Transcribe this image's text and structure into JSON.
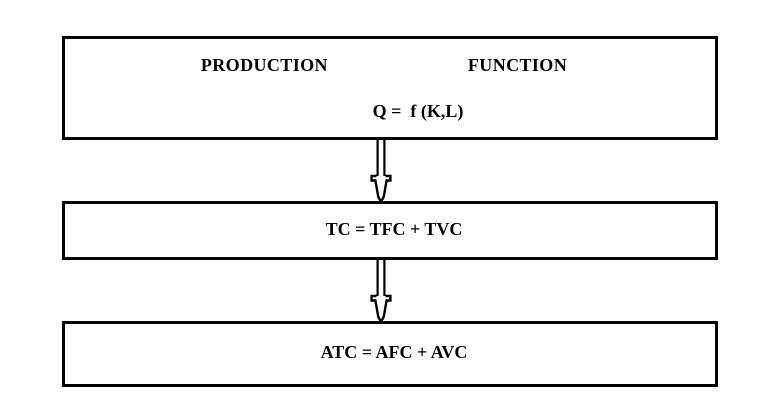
{
  "diagram": {
    "title": "Production function to cost relationships flowchart",
    "background_color": "#ffffff",
    "line_color": "#000000",
    "boxes": [
      {
        "id": "production-function",
        "heading_left": "PRODUCTION",
        "heading_right": "FUNCTION",
        "formula": "Q =  f (K,L)"
      },
      {
        "id": "total-cost",
        "formula": "TC = TFC + TVC"
      },
      {
        "id": "average-cost",
        "formula": "ATC = AFC + AVC"
      }
    ],
    "connectors": [
      {
        "id": "arrow-production-to-total",
        "icon": "down-block-arrow-icon",
        "direction": "down"
      },
      {
        "id": "arrow-total-to-average",
        "icon": "down-block-arrow-icon",
        "direction": "down"
      }
    ]
  }
}
